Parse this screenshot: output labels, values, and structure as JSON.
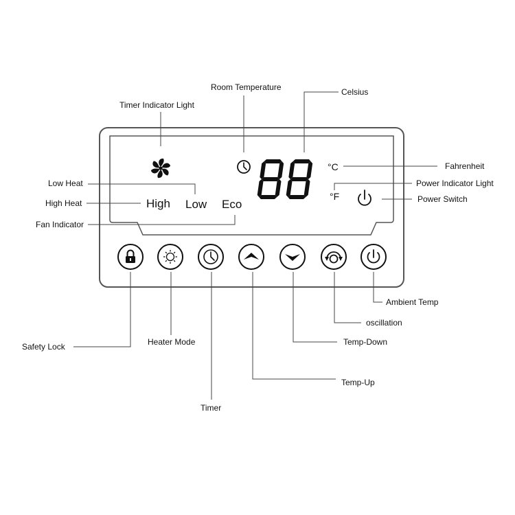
{
  "display": {
    "indicators": {
      "high": "High",
      "low": "Low",
      "eco": "Eco",
      "celsius_unit": "°C",
      "fahrenheit_unit": "°F",
      "digits": "88"
    }
  },
  "buttons": [
    {
      "id": "safety-lock",
      "icon": "lock-icon"
    },
    {
      "id": "heater-mode",
      "icon": "sun-icon"
    },
    {
      "id": "timer",
      "icon": "clock-icon"
    },
    {
      "id": "temp-up",
      "icon": "chevron-up-icon"
    },
    {
      "id": "temp-down",
      "icon": "chevron-down-icon"
    },
    {
      "id": "oscillation",
      "icon": "oscillation-icon"
    },
    {
      "id": "power",
      "icon": "power-icon"
    }
  ],
  "labels": {
    "room_temperature": "Room Temperature",
    "celsius": "Celsius",
    "timer_indicator_light": "Timer Indicator Light",
    "fahrenheit": "Fahrenheit",
    "low_heat": "Low Heat",
    "power_indicator_light": "Power Indicator Light",
    "high_heat": "High Heat",
    "power_switch": "Power Switch",
    "fan_indicator": "Fan Indicator",
    "ambient_temp": "Ambient Temp",
    "oscillation": "oscillation",
    "safety_lock": "Safety Lock",
    "heater_mode": "Heater Mode",
    "temp_down": "Temp-Down",
    "temp_up": "Temp-Up",
    "timer": "Timer"
  }
}
